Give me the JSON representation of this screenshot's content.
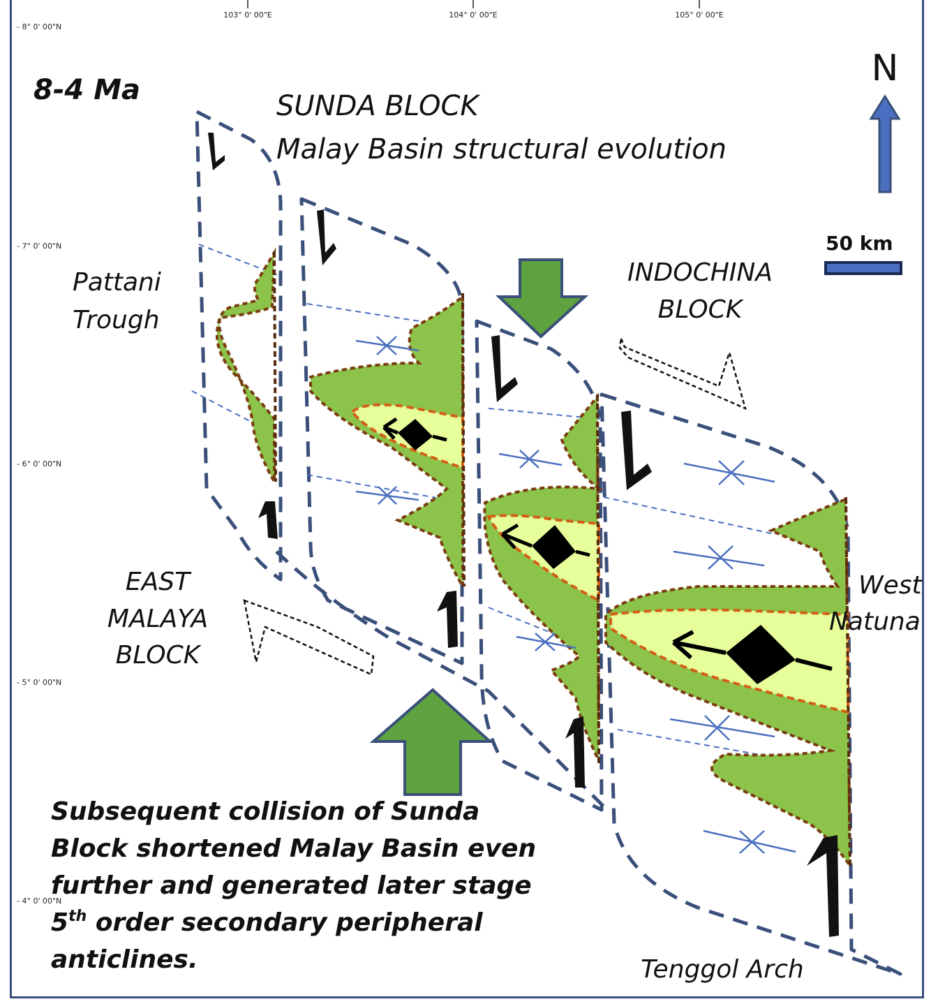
{
  "title": {
    "age": "8-4 Ma",
    "line1": "SUNDA BLOCK",
    "line2": "Malay Basin structural evolution"
  },
  "north": {
    "label": "N"
  },
  "scale": {
    "label": "50 km"
  },
  "regions": {
    "pattani": [
      "Pattani",
      "Trough"
    ],
    "indochina": [
      "INDOCHINA",
      "BLOCK"
    ],
    "east_malaya": [
      "EAST",
      "MALAYA",
      "BLOCK"
    ],
    "west_natuna": [
      "West",
      "Natuna"
    ],
    "tenggol": "Tenggol Arch"
  },
  "longitudes": [
    "103° 0' 00\"E",
    "104° 0' 00\"E",
    "105° 0' 00\"E"
  ],
  "latitudes": [
    "- 8° 0' 00\"N",
    "- 7° 0' 00\"N",
    "- 6° 0' 00\"N",
    "- 5° 0' 00\"N",
    "- 4° 0' 00\"N"
  ],
  "caption": {
    "line1": "Subsequent collision of  Sunda",
    "line2": "Block shortened Malay Basin even",
    "line3": "further and generated later stage",
    "line4_num": "5",
    "line4_sup": "th",
    "line4_rest": " order secondary peripheral",
    "line5": "anticlines."
  },
  "colors": {
    "block_outline": "#3a4f7a",
    "basin_fill": "#8cc34a",
    "inner_fill": "#e6ff9a",
    "compression_arrow": "#5ea33f"
  }
}
